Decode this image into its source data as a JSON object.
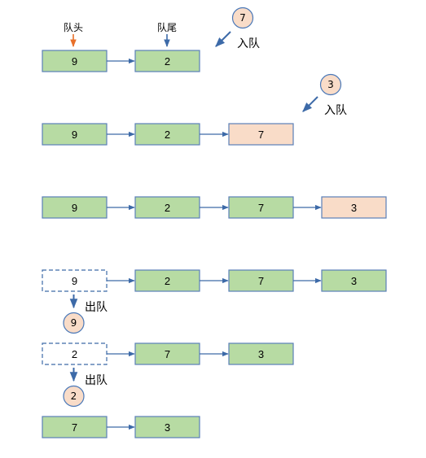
{
  "colors": {
    "queued": "#b7dba3",
    "queued_border": "#5a7fb8",
    "new": "#f9dcc8",
    "new_border": "#5a7fb8",
    "removed_fill": "#ffffff",
    "removed_border": "#3d6aa8",
    "arrow": "#3d6aa8",
    "head_arrow": "#e8702a",
    "circle_fill": "#f9dcc8",
    "circle_border": "#4a78b8"
  },
  "labels": {
    "head": "队头",
    "tail": "队尾",
    "enqueue": "入队",
    "dequeue": "出队"
  },
  "rows": [
    {
      "id": "row-1",
      "nodes": [
        {
          "value": "9",
          "state": "queued"
        },
        {
          "value": "2",
          "state": "queued"
        }
      ],
      "incoming": {
        "value": "7",
        "action": "enqueue"
      }
    },
    {
      "id": "row-2",
      "nodes": [
        {
          "value": "9",
          "state": "queued"
        },
        {
          "value": "2",
          "state": "queued"
        },
        {
          "value": "7",
          "state": "new"
        }
      ],
      "incoming": {
        "value": "3",
        "action": "enqueue"
      }
    },
    {
      "id": "row-3",
      "nodes": [
        {
          "value": "9",
          "state": "queued"
        },
        {
          "value": "2",
          "state": "queued"
        },
        {
          "value": "7",
          "state": "queued"
        },
        {
          "value": "3",
          "state": "new"
        }
      ]
    },
    {
      "id": "row-4",
      "nodes": [
        {
          "value": "9",
          "state": "removed"
        },
        {
          "value": "2",
          "state": "queued"
        },
        {
          "value": "7",
          "state": "queued"
        },
        {
          "value": "3",
          "state": "queued"
        }
      ],
      "outgoing": {
        "value": "9",
        "action": "dequeue"
      }
    },
    {
      "id": "row-5",
      "nodes": [
        {
          "value": "2",
          "state": "removed"
        },
        {
          "value": "7",
          "state": "queued"
        },
        {
          "value": "3",
          "state": "queued"
        }
      ],
      "outgoing": {
        "value": "2",
        "action": "dequeue"
      }
    },
    {
      "id": "row-6",
      "nodes": [
        {
          "value": "7",
          "state": "queued"
        },
        {
          "value": "3",
          "state": "queued"
        }
      ]
    }
  ]
}
